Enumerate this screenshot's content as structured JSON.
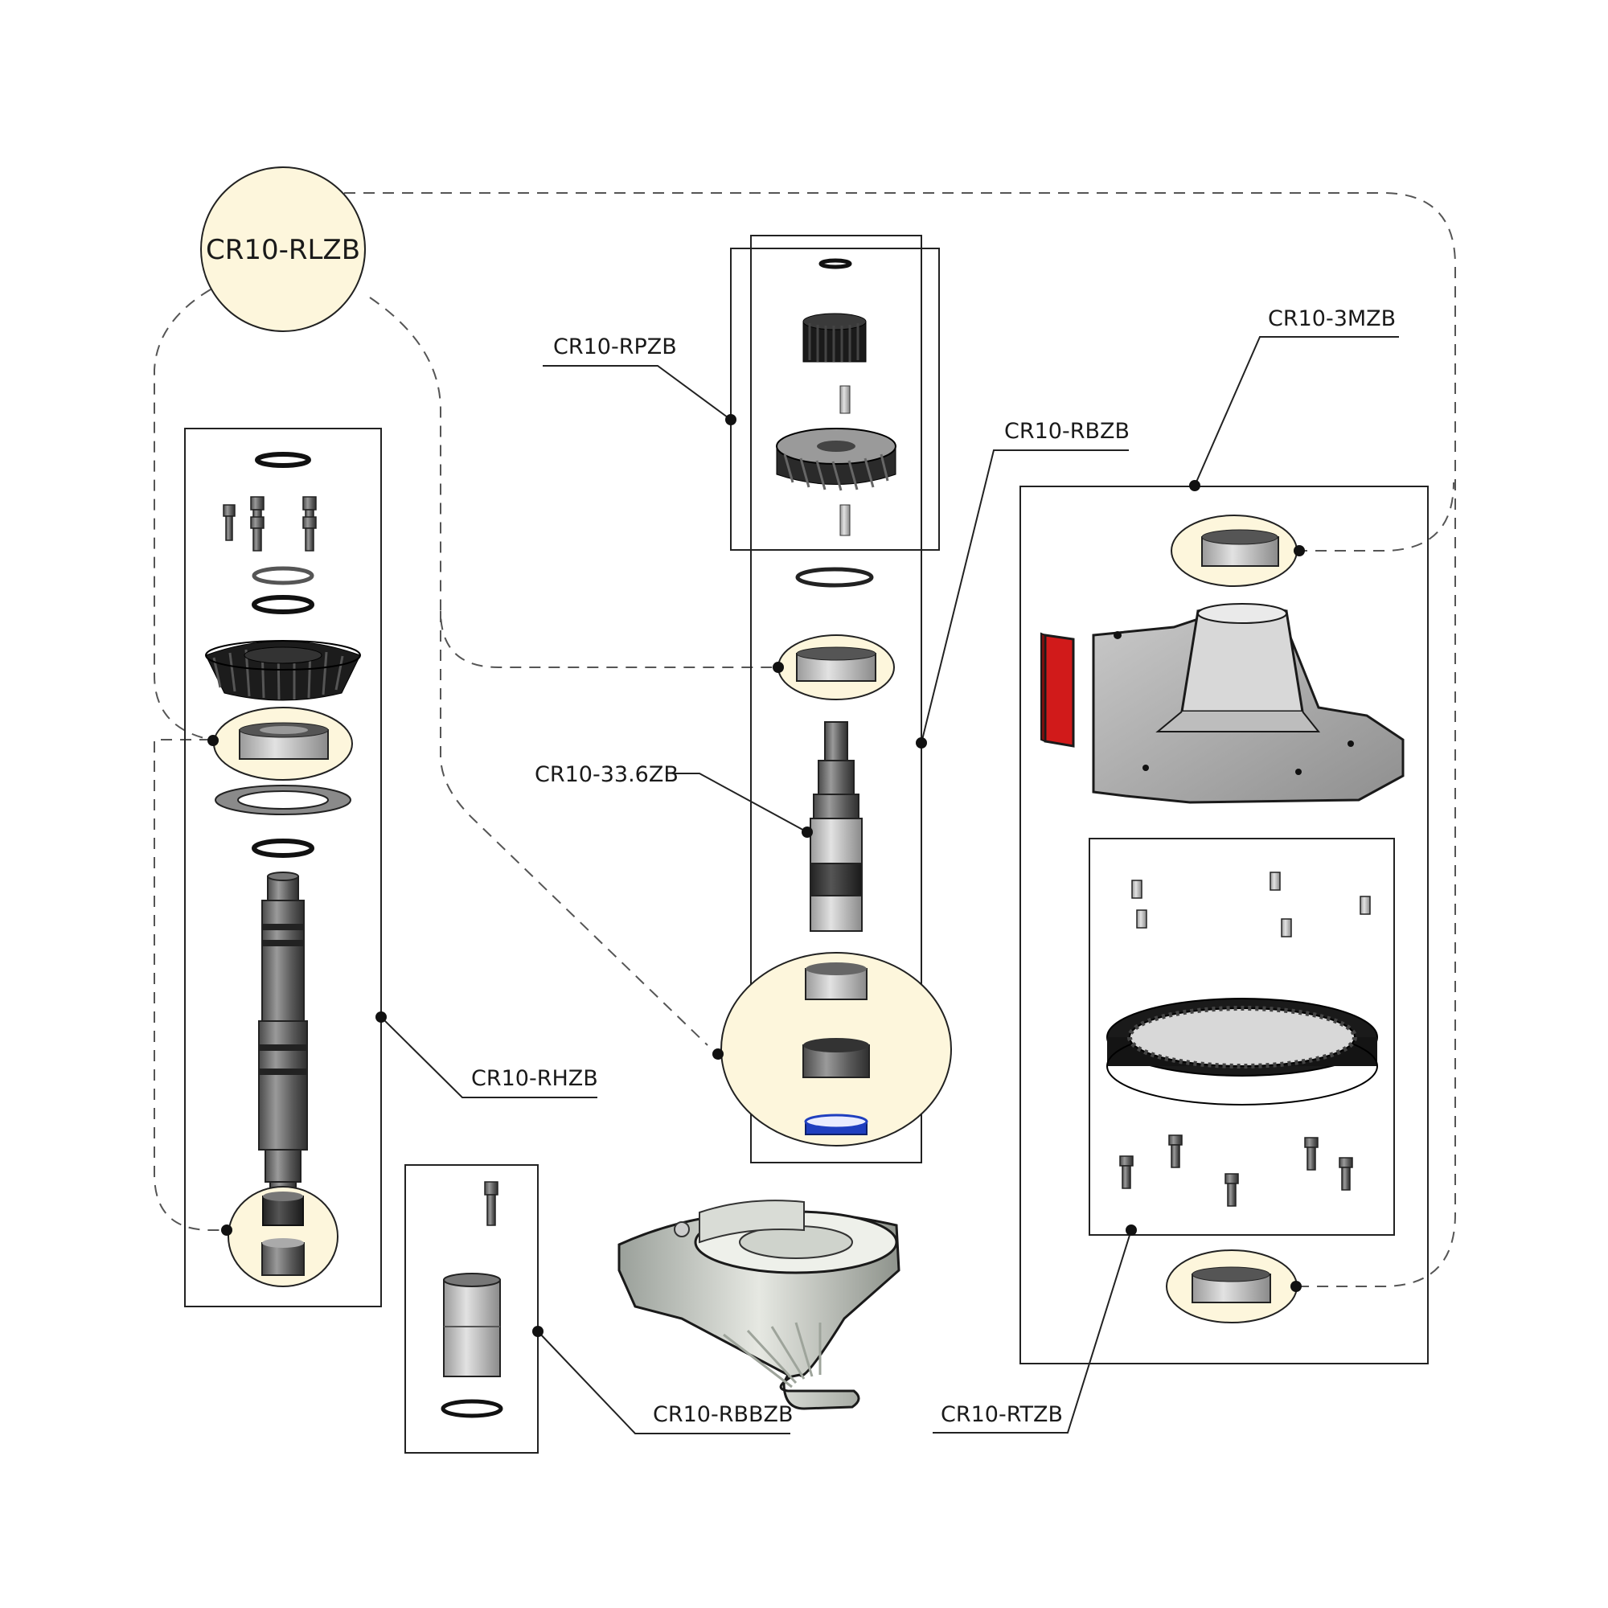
{
  "assembly": {
    "label": "CR10-RLZB"
  },
  "callouts": [
    {
      "id": "rpzb",
      "label": "CR10-RPZB"
    },
    {
      "id": "rbzb",
      "label": "CR10-RBZB"
    },
    {
      "id": "3mzb",
      "label": "CR10-3MZB"
    },
    {
      "id": "shaft",
      "label": "CR10-33.6ZB"
    },
    {
      "id": "rhzb",
      "label": "CR10-RHZB"
    },
    {
      "id": "rbbzb",
      "label": "CR10-RBBZB"
    },
    {
      "id": "rtzb",
      "label": "CR10-RTZB"
    }
  ],
  "colors": {
    "highlight": "#fdf6dc",
    "seal_red": "#d11a1a",
    "ring_blue": "#1f3fbf",
    "metal_dark": "#3a3a3a",
    "metal_light": "#b8b8b8"
  }
}
